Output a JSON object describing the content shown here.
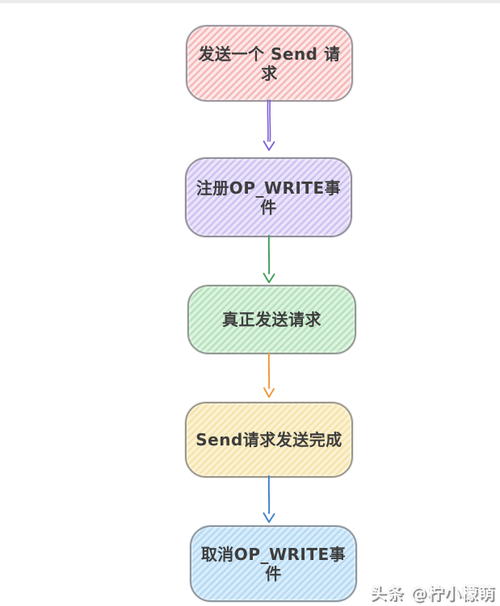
{
  "page": {
    "background": "#ffffff",
    "top_strip_color": "#ececec"
  },
  "flowchart": {
    "nodes": [
      {
        "id": "send-request",
        "label": "发送一个 Send 请求",
        "fill": "#fde8e8",
        "stripe": "#f5b8b8",
        "border": "#9f989e"
      },
      {
        "id": "register-op-write",
        "label": "注册OP_WRITE事件",
        "fill": "#eae4fa",
        "stripe": "#cfc2f2",
        "border": "#94909c"
      },
      {
        "id": "really-send",
        "label": "真正发送请求",
        "fill": "#ddf2e0",
        "stripe": "#b5e3bb",
        "border": "#929a92"
      },
      {
        "id": "send-complete",
        "label": "Send请求发送完成",
        "fill": "#fbf2d2",
        "stripe": "#f6e3ac",
        "border": "#9c978a"
      },
      {
        "id": "cancel-op-write",
        "label": "取消OP_WRITE事件",
        "fill": "#d9ecfa",
        "stripe": "#b5daf4",
        "border": "#8d96a0"
      }
    ],
    "connectors": [
      {
        "from": "send-request",
        "to": "register-op-write",
        "color": "#7d5ed6",
        "style": "double",
        "icon": "arrow-down-icon"
      },
      {
        "from": "register-op-write",
        "to": "really-send",
        "color": "#44a05a",
        "style": "single",
        "icon": "arrow-down-icon"
      },
      {
        "from": "really-send",
        "to": "send-complete",
        "color": "#f0993d",
        "style": "single",
        "icon": "arrow-down-icon"
      },
      {
        "from": "send-complete",
        "to": "cancel-op-write",
        "color": "#4285c4",
        "style": "single",
        "icon": "arrow-down-icon"
      }
    ],
    "text_color": "#3d3d3d"
  },
  "watermark": {
    "text": "头条 @柠小檬萌",
    "color": "#8d8d8d"
  }
}
